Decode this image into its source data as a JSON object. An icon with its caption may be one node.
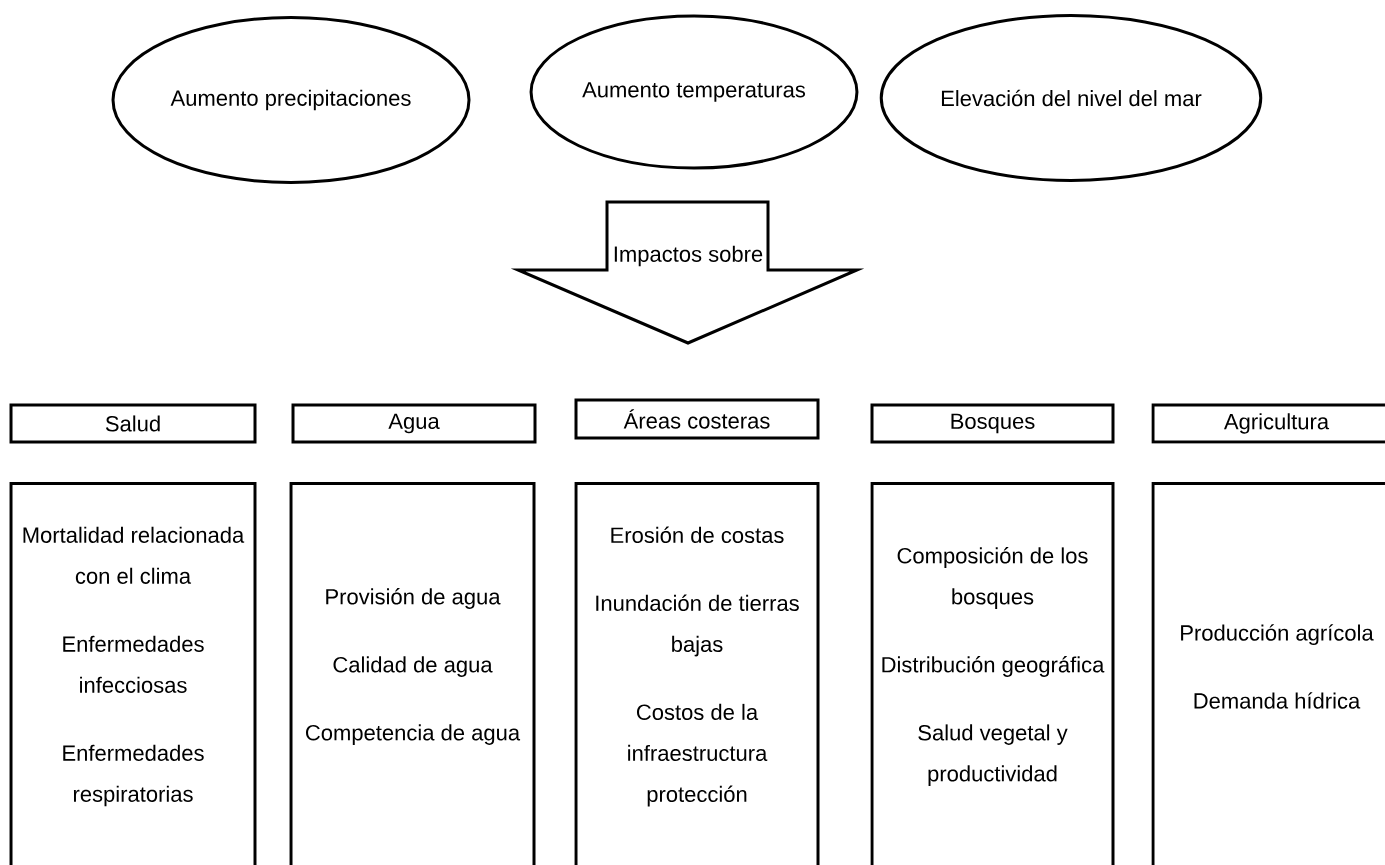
{
  "diagram": {
    "nodes": [
      {
        "text": [
          "Aumento precipitaciones"
        ]
      },
      {
        "text": [
          "Aumento temperaturas"
        ]
      },
      {
        "text": [
          "Elevación del nivel del mar"
        ]
      },
      {
        "text": [
          "Impactos sobre"
        ]
      },
      {
        "text": [
          "Salud"
        ]
      },
      {
        "text": [
          "Agua"
        ]
      },
      {
        "text": [
          "Áreas costeras"
        ]
      },
      {
        "text": [
          "Bosques"
        ]
      },
      {
        "text": [
          "Agricultura"
        ]
      },
      {
        "text": [
          "Mortalidad relacionada con el clima",
          "Enfermedades infecciosas",
          "Enfermedades respiratorias"
        ]
      },
      {
        "text": [
          "Provisión de agua",
          "Calidad de agua",
          "Competencia de agua"
        ]
      },
      {
        "text": [
          "Erosión de costas",
          "Inundación de tierras bajas",
          "Costos de la infraestructura protección"
        ]
      },
      {
        "text": [
          "Composición de los bosques",
          "Distribución geográfica",
          "Salud vegetal y productividad"
        ]
      },
      {
        "text": [
          "Producción agrícola",
          "Demanda hídrica"
        ]
      }
    ]
  }
}
